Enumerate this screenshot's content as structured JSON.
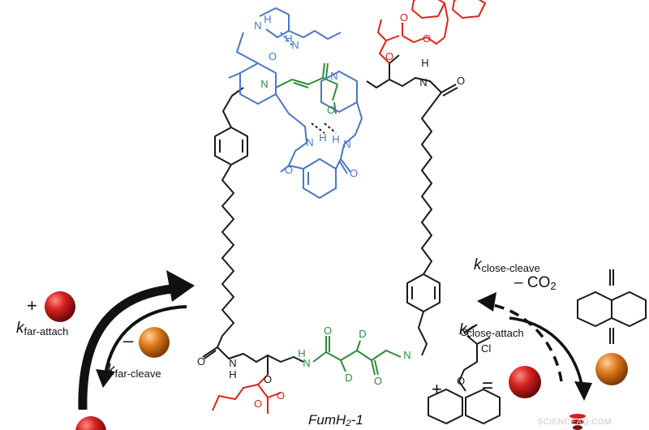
{
  "labels": {
    "k_close_cleave_k": "k",
    "k_close_cleave_sub": "close-cleave",
    "co2_text": "– CO",
    "co2_sub": "2",
    "k_close_attach_k": "k",
    "k_close_attach_sub": "close-attach",
    "k_far_attach_k": "k",
    "k_far_attach_sub": "far-attach",
    "k_far_cleave_k": "k",
    "k_far_cleave_sub": "far-cleave",
    "minus_left": "–",
    "plus_left": "+",
    "plus_right": "+",
    "equals": "=",
    "cl_label": "Cl",
    "equals_double": "=",
    "molecule_name": "FumH₂-1",
    "watermark": "SCIENCEAQ.COM"
  },
  "atom_labels": {
    "N": "N",
    "H": "H",
    "O": "O",
    "D": "D",
    "Cl": "Cl"
  },
  "colors": {
    "thread": "#1a1a1a",
    "macrocycle": "#4a78c0",
    "fumaramide": "#2e8b3a",
    "fmoc": "#e0221d",
    "red_sphere": "#d42020",
    "orange_sphere": "#e07a20"
  }
}
